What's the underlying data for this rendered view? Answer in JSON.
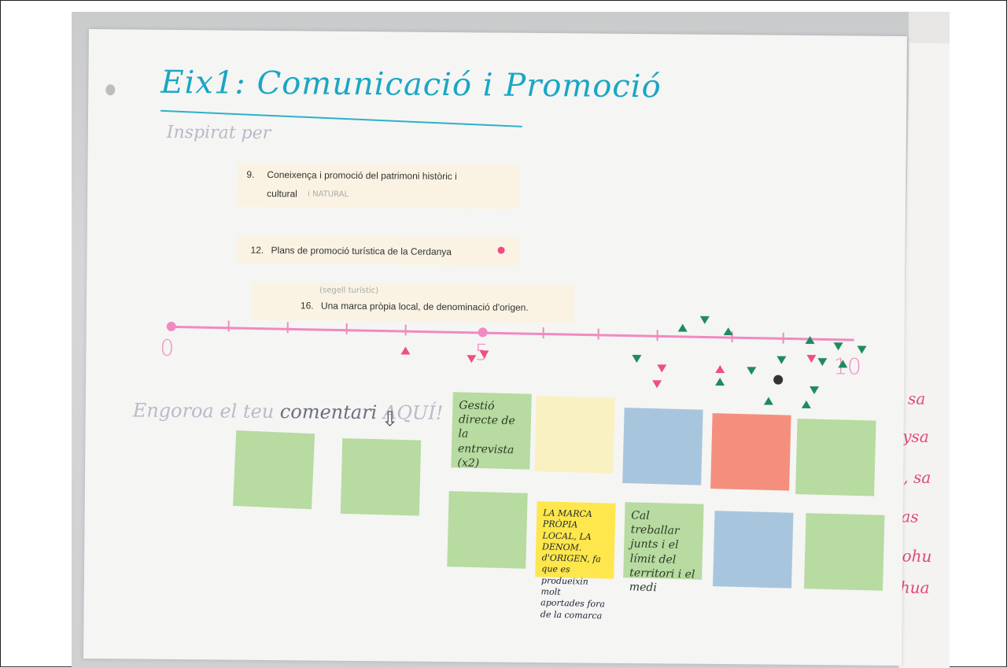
{
  "title": "Eix1: Comunicació i Promoció",
  "inspired_by_label": "Inspirat per",
  "items": [
    {
      "number": "9.",
      "text_line1": "Coneixença i promoció del patrimoni històric i",
      "text_line2": "cultural",
      "handwritten_suffix": "i NATURAL"
    },
    {
      "number": "12.",
      "text": "Plans de promoció turística de la Cerdanya"
    },
    {
      "number": "16.",
      "handwritten_above": "(segell turístic)",
      "text": "Una marca pròpia local, de denominació d'origen."
    }
  ],
  "scale": {
    "min_label": "0",
    "mid_label": "5",
    "max_label": "10"
  },
  "comment_prompt": {
    "prefix": "Engoroa el teu",
    "word": "comentari",
    "suffix": "AQUÍ!"
  },
  "notes_readable": {
    "gestio": "Gestió directe de la entrevista (x2)",
    "marca": "LA MARCA PRÒPIA LOCAL, LA DENOM. d'ORIGEN, fa que es produeixin molt aportades fora de la comarca",
    "cal": "Cal treballar junts i el límit del territori i el medi"
  },
  "colors": {
    "title": "#1aa6c4",
    "scale": "#f08ac0",
    "green_marker": "#1f8a60",
    "pink_marker": "#ef4f7f"
  }
}
